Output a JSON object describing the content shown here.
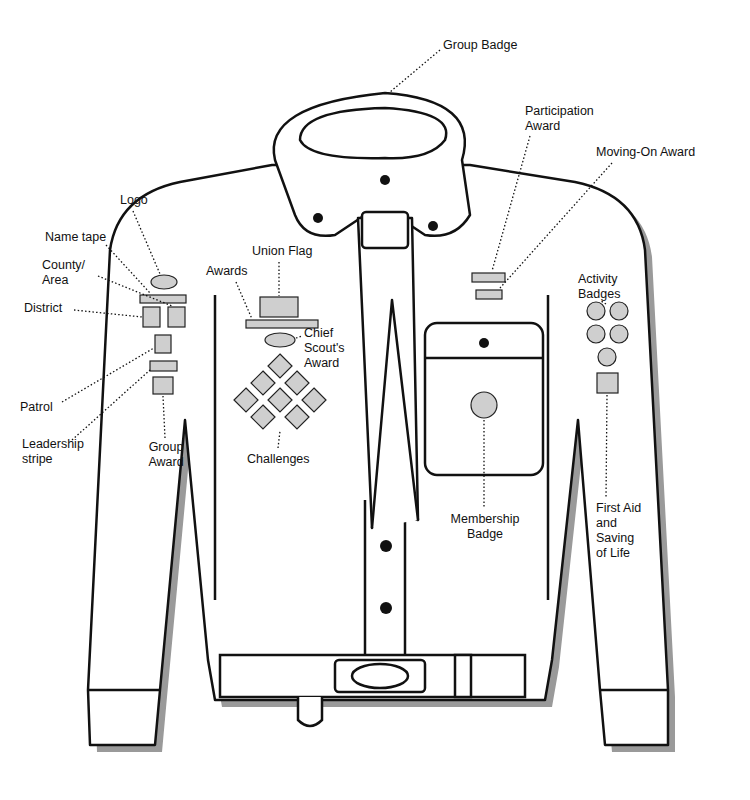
{
  "diagram": {
    "labels": [
      "Group Badge",
      "Participation Award",
      "Moving-On Award",
      "Logo",
      "Name tape",
      "County/ Area",
      "District",
      "Union Flag",
      "Awards",
      "Chief Scout's Award",
      "Activity Badges",
      "Patrol",
      "Leadership stripe",
      "Group Award",
      "Challenges",
      "Membership Badge",
      "First Aid and Saving of Life"
    ]
  }
}
